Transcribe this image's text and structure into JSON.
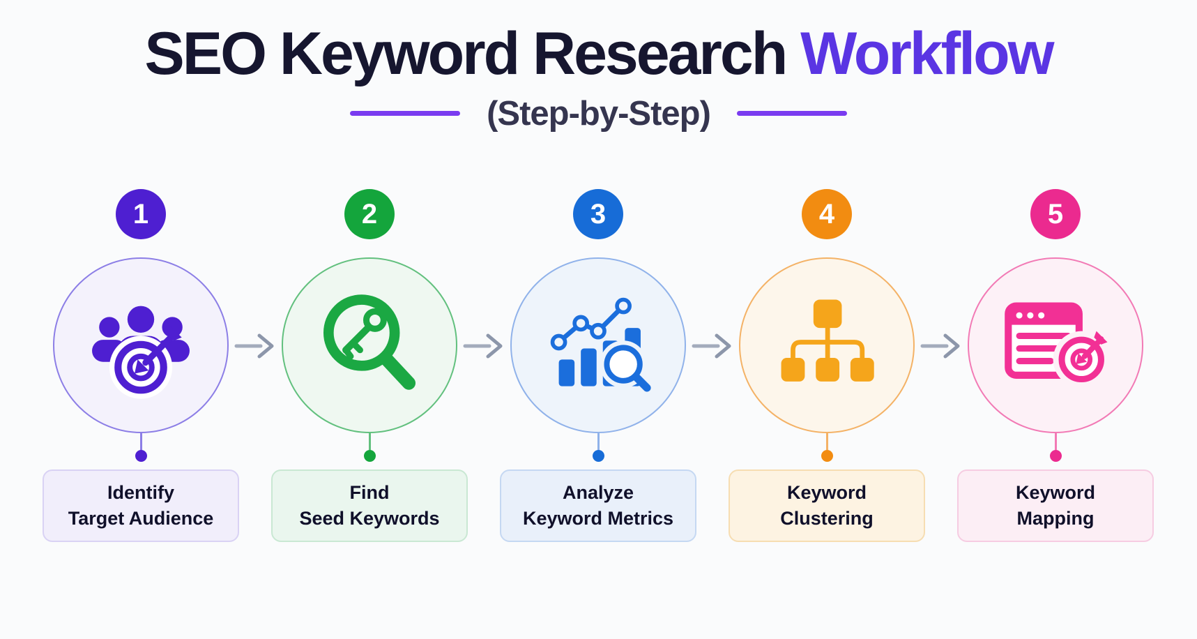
{
  "title": {
    "main": "SEO Keyword Research",
    "accent": "Workflow",
    "main_color": "#16162F",
    "accent_color": "#5A35E3"
  },
  "subtitle": {
    "text": "(Step-by-Step)",
    "text_color": "#35354F",
    "dash_color": "#7A3BF0"
  },
  "arrow_color_shaft": "#A3ABBC",
  "arrow_color_head": "#8C96AA",
  "background_color": "#FAFBFC",
  "steps": [
    {
      "number": "1",
      "label_line1": "Identify",
      "label_line2": "Target Audience",
      "icon": "audience-target-icon",
      "color": "#4E1FD1",
      "icon_color": "#4E1FD1",
      "circle_border": "#8C7EE6",
      "circle_bg": "#F4F2FC",
      "box_bg": "#F1EEFB",
      "box_border": "#D9D2F4"
    },
    {
      "number": "2",
      "label_line1": "Find",
      "label_line2": "Seed Keywords",
      "icon": "magnifier-key-icon",
      "color": "#14A53C",
      "icon_color": "#1BA843",
      "circle_border": "#62C07E",
      "circle_bg": "#EFF8F1",
      "box_bg": "#EAF6EE",
      "box_border": "#C9E8D3"
    },
    {
      "number": "3",
      "label_line1": "Analyze",
      "label_line2": "Keyword Metrics",
      "icon": "chart-magnifier-icon",
      "color": "#176CD7",
      "icon_color": "#1B6EDC",
      "circle_border": "#90B2EA",
      "circle_bg": "#EEF4FB",
      "box_bg": "#E9F0FA",
      "box_border": "#C5D8F2"
    },
    {
      "number": "4",
      "label_line1": "Keyword",
      "label_line2": "Clustering",
      "icon": "hierarchy-icon",
      "color": "#F28C11",
      "icon_color": "#F5A51B",
      "circle_border": "#F4B266",
      "circle_bg": "#FDF6EB",
      "box_bg": "#FDF3E2",
      "box_border": "#F6DDB2"
    },
    {
      "number": "5",
      "label_line1": "Keyword",
      "label_line2": "Mapping",
      "icon": "browser-target-icon",
      "color": "#EB2A8F",
      "icon_color": "#F23095",
      "circle_border": "#F27AB5",
      "circle_bg": "#FDF1F7",
      "box_bg": "#FCEEF5",
      "box_border": "#F6CCE2"
    }
  ]
}
